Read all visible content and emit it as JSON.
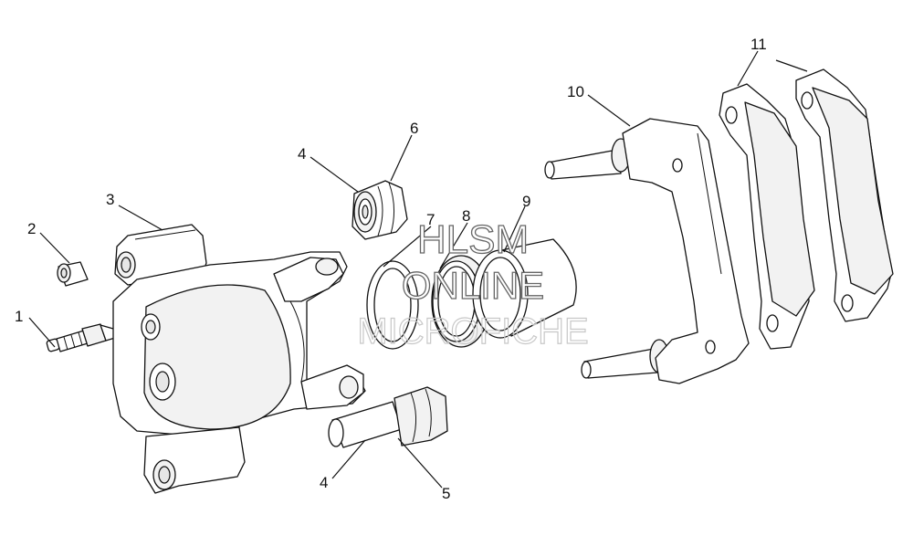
{
  "callouts": {
    "c1": "1",
    "c2": "2",
    "c3": "3",
    "c4_top": "4",
    "c4_bottom": "4",
    "c5": "5",
    "c6": "6",
    "c7": "7",
    "c8": "8",
    "c9": "9",
    "c10": "10",
    "c11": "11"
  },
  "watermark": {
    "line1": "HLSM",
    "line2": "ONLINE",
    "line3": "MICROFICHE"
  }
}
